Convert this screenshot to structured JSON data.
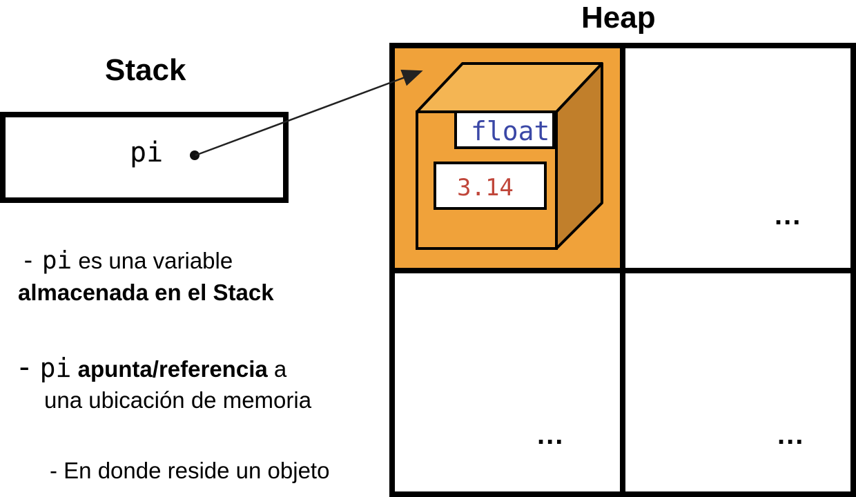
{
  "stack": {
    "title": "Stack",
    "variable": "pi"
  },
  "heap": {
    "title": "Heap",
    "object_type": "float",
    "object_value": "3.14",
    "ellipsis": "..."
  },
  "notes": {
    "dash": "-",
    "var": "pi",
    "line1_rest": "es una variable",
    "line1_bold": "almacenada en el Stack",
    "line2_bold": "apunta/referencia",
    "line2_a": "a",
    "line2_cont": "una ubicación de memoria",
    "line3": "- En donde reside un objeto"
  },
  "colors": {
    "object_fill": "#f0a23a",
    "cube_top": "#f4b553",
    "cube_side": "#c17f2b",
    "type_text": "#3a47a6",
    "value_text": "#c0463a"
  }
}
